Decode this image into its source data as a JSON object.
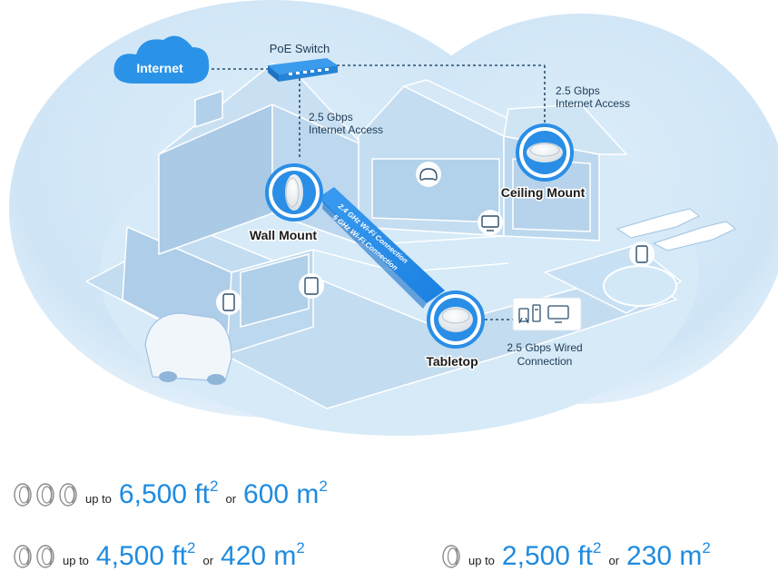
{
  "diagram": {
    "internet_label": "Internet",
    "poe_switch_label": "PoE Switch",
    "uplink_left_line1": "2.5 Gbps",
    "uplink_left_line2": "Internet Access",
    "uplink_right_line1": "2.5 Gbps",
    "uplink_right_line2": "Internet Access",
    "wall_mount_label": "Wall Mount",
    "ceiling_mount_label": "Ceiling Mount",
    "tabletop_label": "Tabletop",
    "wifi_24_label": "2.4 GHz Wi-Fi Connection",
    "wifi_5_label": "5 GHz Wi-Fi Connection",
    "wired_line1": "2.5 Gbps Wired",
    "wired_line2": "Connection"
  },
  "coverage": [
    {
      "units": 3,
      "prefix": "up to",
      "area_ft": "6,500 ft",
      "sep": "or",
      "area_m": "600 m",
      "exp": "2"
    },
    {
      "units": 2,
      "prefix": "up to",
      "area_ft": "4,500 ft",
      "sep": "or",
      "area_m": "420 m",
      "exp": "2"
    },
    {
      "units": 1,
      "prefix": "up to",
      "area_ft": "2,500 ft",
      "sep": "or",
      "area_m": "230 m",
      "exp": "2"
    }
  ],
  "colors": {
    "accent": "#1e8be0",
    "bubble": "#cfe6f7",
    "house": "#b9d7ee",
    "line": "#2c4f6d"
  }
}
